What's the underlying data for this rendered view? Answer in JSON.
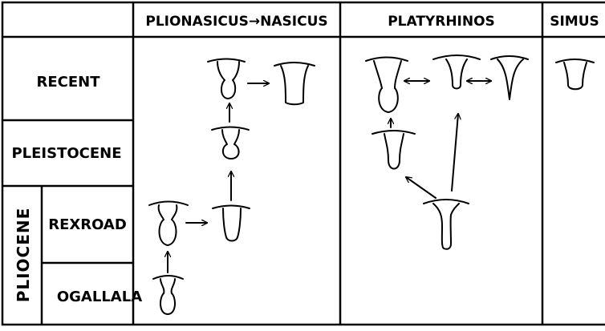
{
  "headers": {
    "col1": "PLIONASICUS→NASICUS",
    "col2": "PLATYRHINOS",
    "col3": "SIMUS"
  },
  "rows": {
    "recent": "RECENT",
    "pleistocene": "PLEISTOCENE",
    "pliocene": "PLIOCENE",
    "rexroad": "REXROAD",
    "ogallala": "OGALLALA"
  }
}
